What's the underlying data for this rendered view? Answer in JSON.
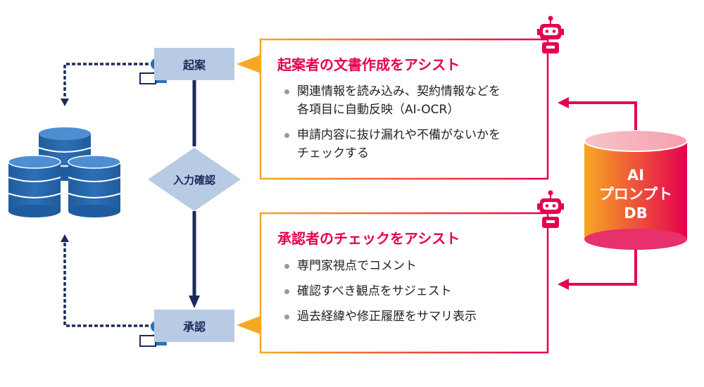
{
  "flow": {
    "drafting": "起案",
    "input_check": "入力確認",
    "approval": "承認"
  },
  "panels": [
    {
      "title": "起案者の文書作成をアシスト",
      "bullets": [
        [
          "関連情報を読み込み、契約情報などを",
          "各項目に自動反映（AI-OCR）"
        ],
        [
          "申請内容に抜け漏れや不備がないかを",
          "チェックする"
        ]
      ]
    },
    {
      "title": "承認者のチェックをアシスト",
      "bullets": [
        [
          "専門家視点でコメント"
        ],
        [
          "確認すべき観点をサジェスト"
        ],
        [
          "過去経緯や修正履歴をサマリ表示"
        ]
      ]
    }
  ],
  "ai_db": {
    "lines": [
      "AI",
      "プロンプト",
      "DB"
    ]
  },
  "colors": {
    "navy": "#1a2b5a",
    "box_fill": "#b8cbe4",
    "accent_pink": "#e5004f",
    "accent_orange": "#f7a823",
    "db_blue": "#2e6fb5"
  },
  "icons": [
    "database-stack-icon",
    "person-laptop-icon",
    "robot-icon"
  ]
}
